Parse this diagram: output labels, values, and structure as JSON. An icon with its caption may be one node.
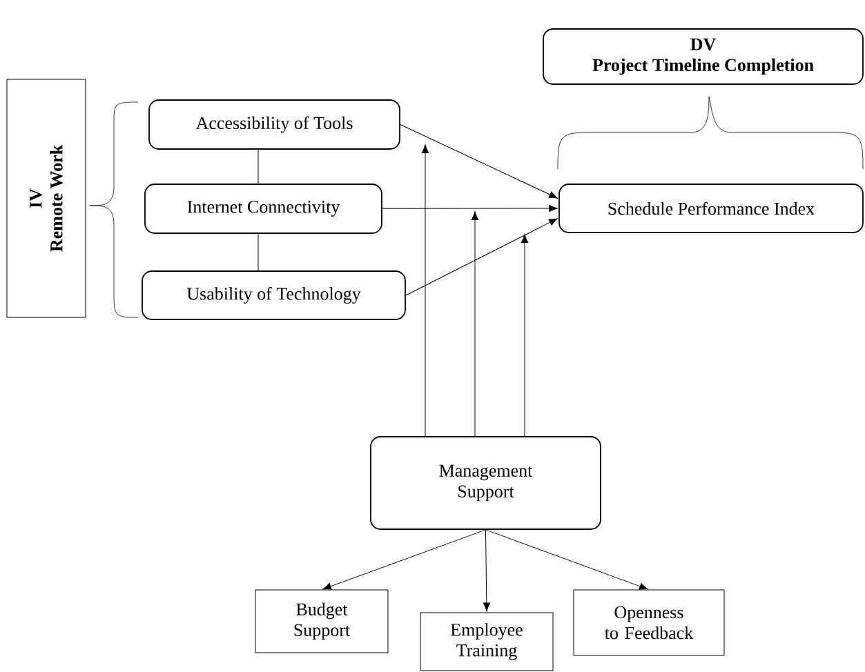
{
  "diagram": {
    "nodes": [
      {
        "text": [
          "IV",
          "Remote Work"
        ]
      },
      {
        "text": [
          "DV",
          "Project Timeline Completion"
        ]
      },
      {
        "text": [
          "Accessibility of Tools"
        ]
      },
      {
        "text": [
          "Internet Connectivity"
        ]
      },
      {
        "text": [
          "Usability of Technology"
        ]
      },
      {
        "text": [
          "Schedule Performance Index"
        ]
      },
      {
        "text": [
          "Management Support"
        ]
      },
      {
        "text": [
          "Budget Support"
        ]
      },
      {
        "text": [
          "Employee Training"
        ]
      },
      {
        "text": [
          "Openness to Feedback"
        ]
      }
    ],
    "edges": [
      {
        "from": 2,
        "to": 5,
        "arrow": "to"
      },
      {
        "from": 3,
        "to": 5,
        "arrow": "to"
      },
      {
        "from": 4,
        "to": 5,
        "arrow": "to"
      },
      {
        "from": 2,
        "to": 3,
        "arrow": "none"
      },
      {
        "from": 3,
        "to": 4,
        "arrow": "none"
      },
      {
        "from": 6,
        "to": null,
        "arrow": "to"
      },
      {
        "from": 6,
        "to": null,
        "arrow": "to"
      },
      {
        "from": 6,
        "to": null,
        "arrow": "to"
      },
      {
        "from": 6,
        "to": 7,
        "arrow": "to"
      },
      {
        "from": 6,
        "to": 8,
        "arrow": "to"
      },
      {
        "from": 6,
        "to": 9,
        "arrow": "to"
      }
    ]
  }
}
